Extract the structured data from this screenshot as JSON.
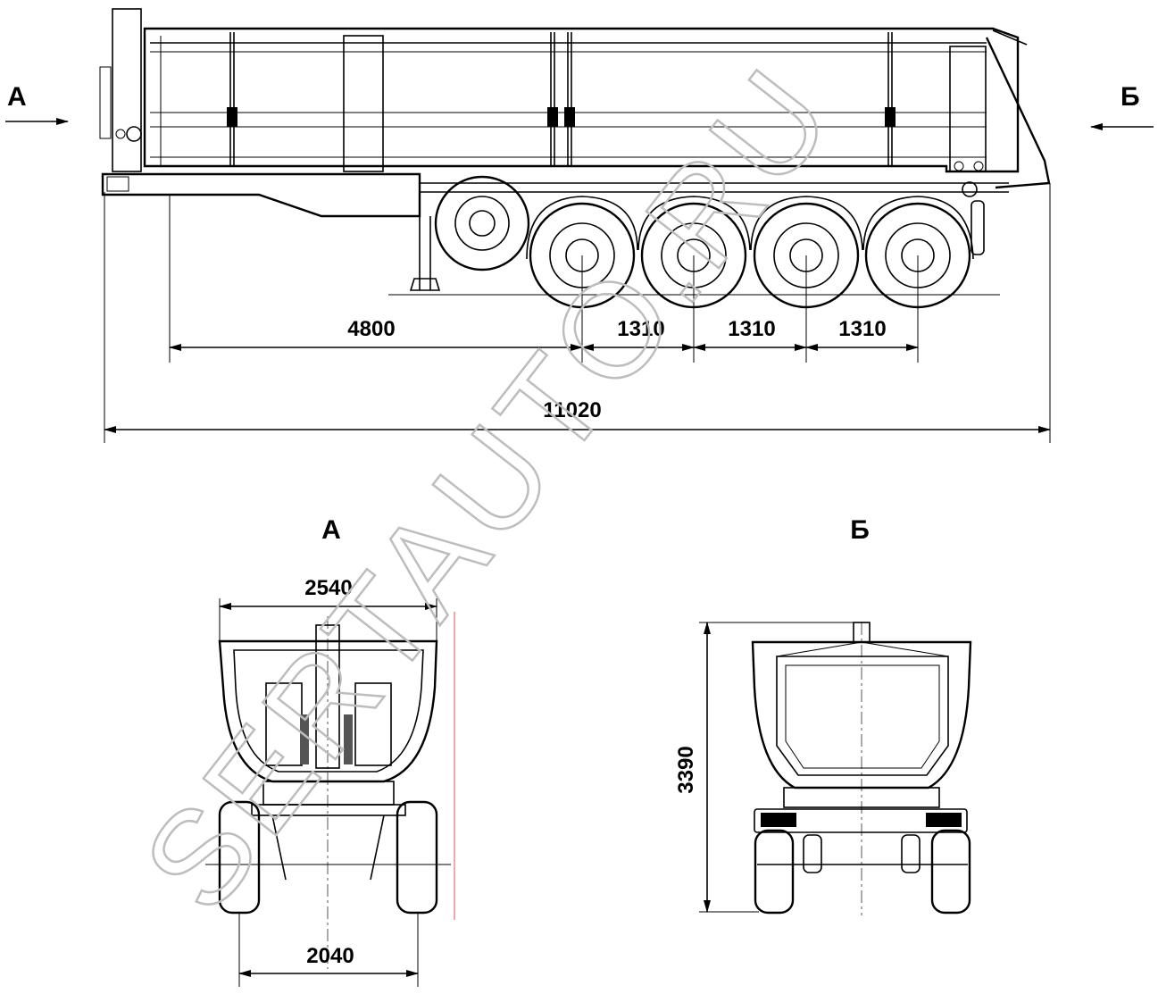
{
  "views": {
    "side_arrow_a": "А",
    "side_arrow_b": "Б",
    "front_title": "А",
    "rear_title": "Б"
  },
  "dimensions": {
    "kingpin_to_first_axle": "4800",
    "axle_spacing_1": "1310",
    "axle_spacing_2": "1310",
    "axle_spacing_3": "1310",
    "overall_length": "11020",
    "body_width": "2540",
    "track_width": "2040",
    "overall_height": "3390"
  },
  "watermark": "SERTAUTO.RU",
  "colors": {
    "line": "#000000",
    "watermark": "#bdbdbd",
    "center_line": "#d9534f"
  }
}
